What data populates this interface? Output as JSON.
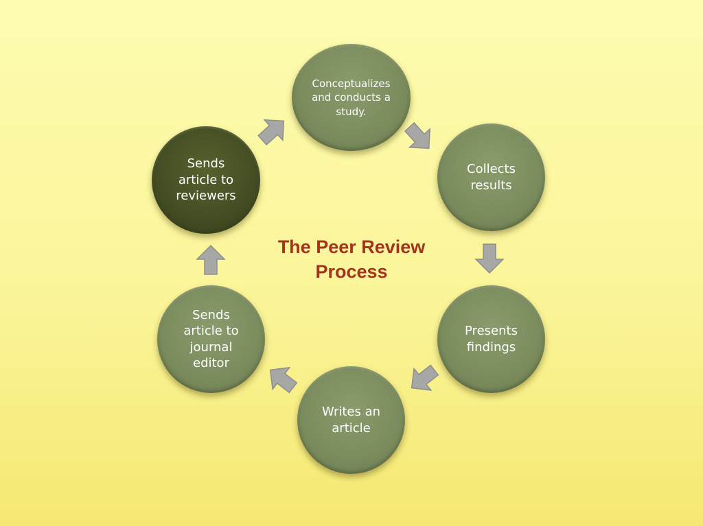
{
  "title": {
    "line1": "The Peer Review",
    "line2": "Process"
  },
  "steps": [
    {
      "lines": [
        "Conceptualizes",
        "and conducts a",
        "study."
      ]
    },
    {
      "lines": [
        "Collects",
        "results"
      ]
    },
    {
      "lines": [
        "Presents",
        "findings"
      ]
    },
    {
      "lines": [
        "Writes an",
        "article"
      ]
    },
    {
      "lines": [
        "Sends",
        "article to",
        "journal",
        "editor"
      ]
    },
    {
      "lines": [
        "Sends",
        "article to",
        "reviewers"
      ],
      "highlighted": true
    }
  ],
  "colors": {
    "node": "#7a8b5d",
    "node_highlighted": "#434d23",
    "title": "#a3331d",
    "arrow": "#a7a8a6",
    "background": "#fbf59a"
  },
  "icons": {
    "arrow": "block-arrow-icon"
  }
}
